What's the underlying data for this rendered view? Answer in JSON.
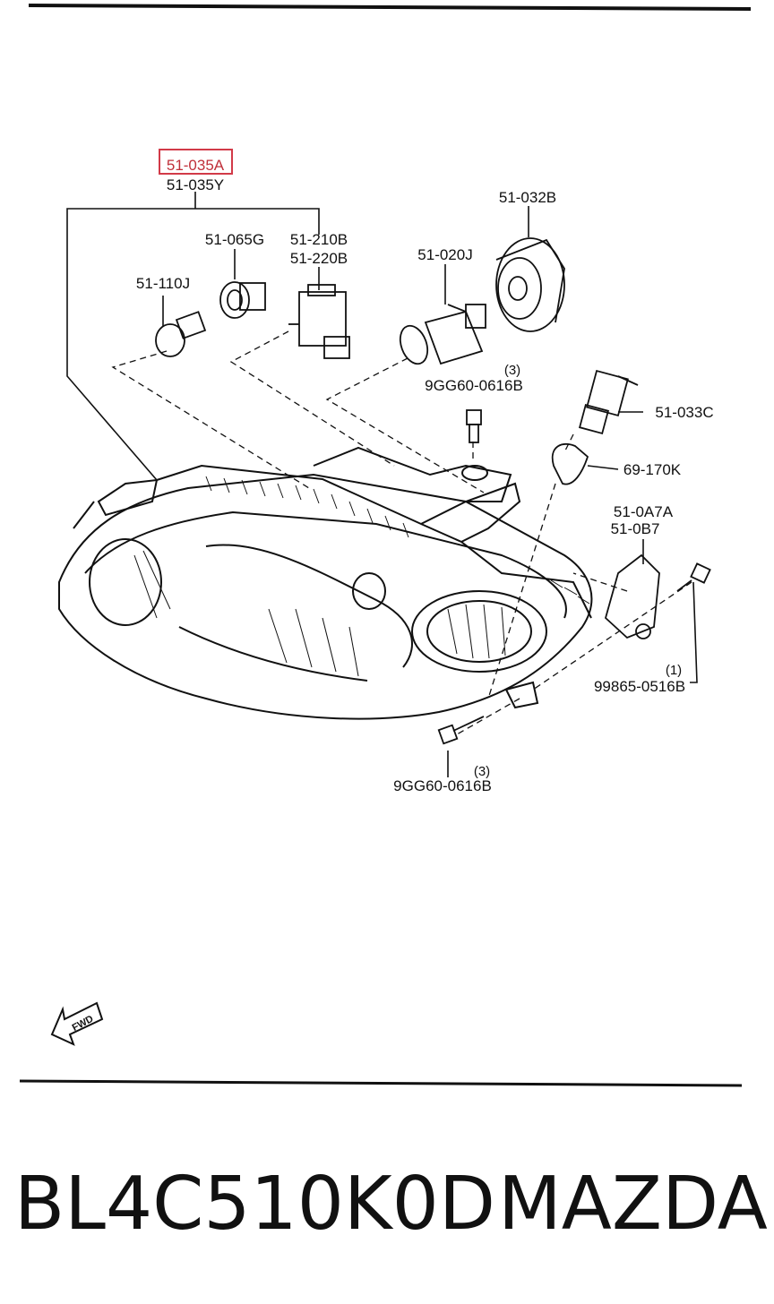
{
  "labels": {
    "l_51035A": "51-035A",
    "l_51035Y": "51-035Y",
    "l_51032B": "51-032B",
    "l_51065G": "51-065G",
    "l_51210B": "51-210B",
    "l_51220B": "51-220B",
    "l_51020J": "51-020J",
    "l_51110J": "51-110J",
    "l_9gg_top": "9GG60-0616B",
    "l_qty_top": "(3)",
    "l_51033C": "51-033C",
    "l_69170K": "69-170K",
    "l_510A7A": "51-0A7A",
    "l_510B7": "51-0B7",
    "l_qty_right": "(1)",
    "l_99865": "99865-0516B",
    "l_qty_bottom": "(3)",
    "l_9gg_bottom": "9GG60-0616B",
    "fwd": "FWD"
  },
  "highlight_color": "#d23a48",
  "caption": {
    "part_number": "BL4C510K0D",
    "brand": "MAZDA"
  }
}
